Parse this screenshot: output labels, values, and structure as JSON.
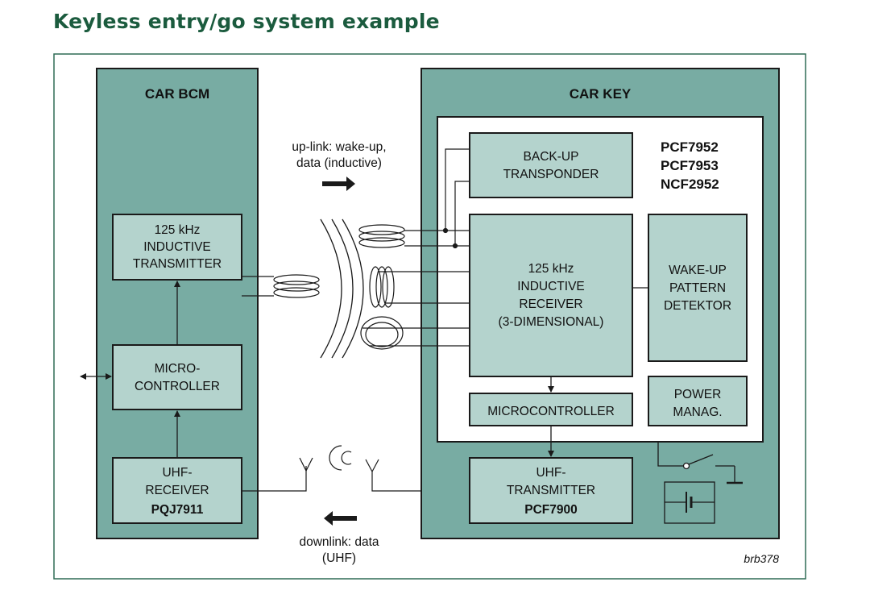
{
  "title": "Keyless entry/go system example",
  "colors": {
    "title": "#1b5b3e",
    "panel_fill": "#78aca3",
    "block_fill": "#b4d3cd",
    "border": "#1a1a1a",
    "frame": "#2f6b55"
  },
  "car_bcm": {
    "header": "CAR BCM",
    "transmitter": [
      "125 kHz",
      "INDUCTIVE",
      "TRANSMITTER"
    ],
    "microcontroller": [
      "MICRO-",
      "CONTROLLER"
    ],
    "receiver": [
      "UHF-",
      "RECEIVER"
    ],
    "receiver_part": "PQJ7911"
  },
  "car_key": {
    "header": "CAR KEY",
    "part_numbers": [
      "PCF7952",
      "PCF7953",
      "NCF2952"
    ],
    "backup_transponder": [
      "BACK-UP",
      "TRANSPONDER"
    ],
    "inductive_receiver": [
      "125 kHz",
      "INDUCTIVE",
      "RECEIVER",
      "(3-DIMENSIONAL)"
    ],
    "wakeup_detector": [
      "WAKE-UP",
      "PATTERN",
      "DETEKTOR"
    ],
    "microcontroller": "MICROCONTROLLER",
    "power_management": [
      "POWER",
      "MANAG."
    ],
    "transmitter": [
      "UHF-",
      "TRANSMITTER"
    ],
    "transmitter_part": "PCF7900"
  },
  "links": {
    "uplink": [
      "up-link: wake-up,",
      "data (inductive)"
    ],
    "downlink": [
      "downlink: data",
      "(UHF)"
    ]
  },
  "figure_id": "brb378"
}
